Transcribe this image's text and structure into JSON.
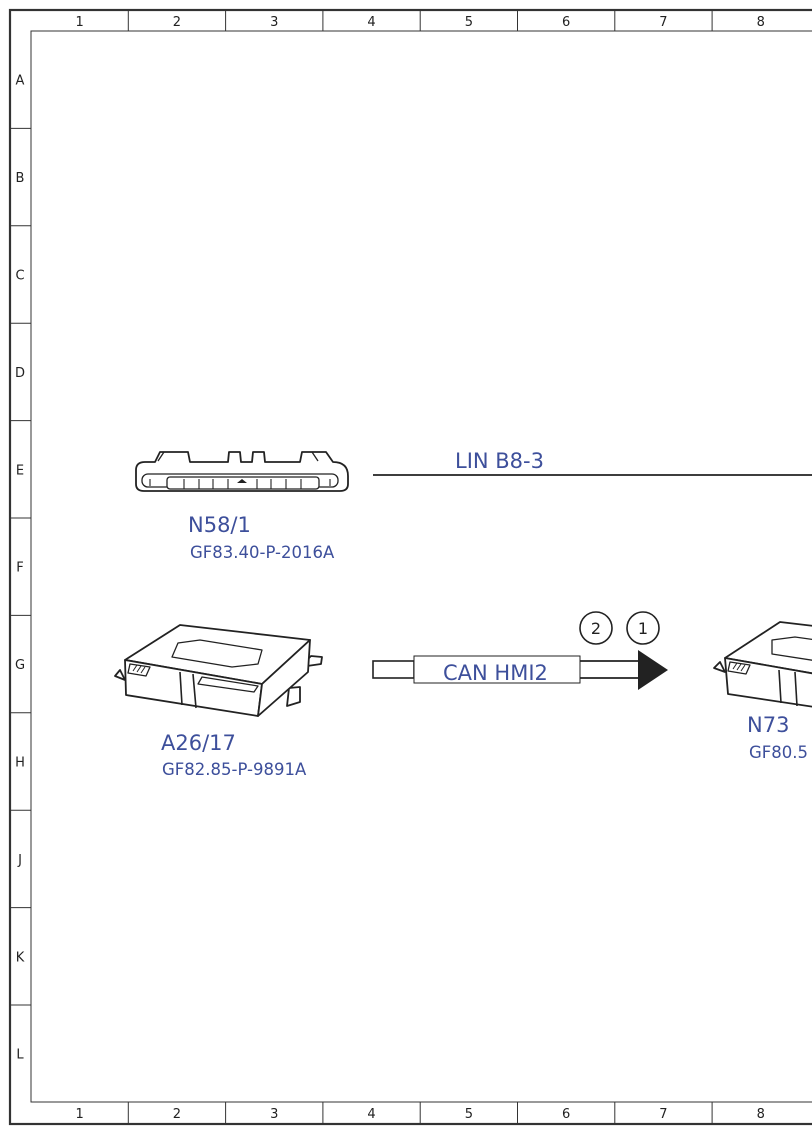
{
  "colors": {
    "label": "#3d4f9b",
    "line": "#222222",
    "frame": "#333333",
    "arrow": "#222222"
  },
  "grid": {
    "columns": [
      "1",
      "2",
      "3",
      "4",
      "5",
      "6",
      "7",
      "8"
    ],
    "rows": [
      "A",
      "B",
      "C",
      "D",
      "E",
      "F",
      "G",
      "H",
      "J",
      "K",
      "L"
    ]
  },
  "components": {
    "n58_1": {
      "name": "N58/1",
      "ref": "GF83.40-P-2016A",
      "icon": "connector-strip-icon"
    },
    "a26_17": {
      "name": "A26/17",
      "ref": "GF82.85-P-9891A",
      "icon": "control-unit-icon"
    },
    "n73": {
      "name": "N73",
      "ref": "GF80.5",
      "icon": "control-unit-icon"
    }
  },
  "connections": {
    "lin": {
      "label": "LIN B8-3"
    },
    "can": {
      "label": "CAN HMI2",
      "markers": [
        "2",
        "1"
      ]
    }
  }
}
